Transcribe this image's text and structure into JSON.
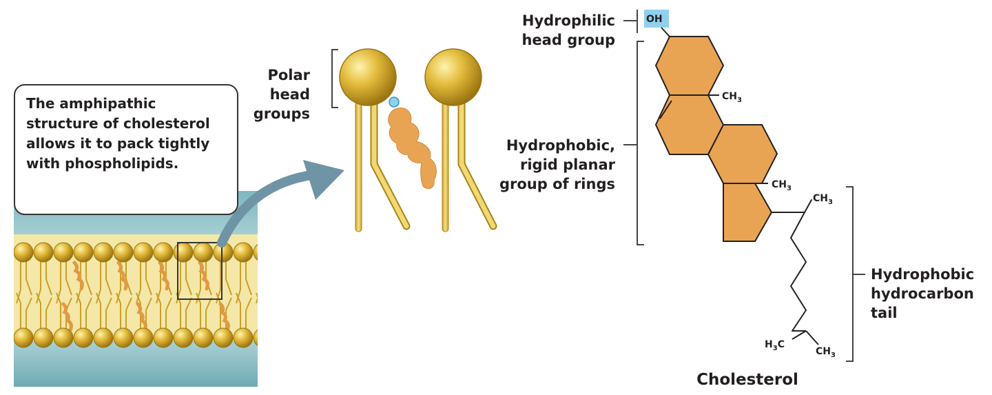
{
  "callout": {
    "text": "The amphipathic\nstructure of cholesterol\nallows it to pack tightly\nwith phospholipids."
  },
  "zoom_labels": {
    "polar_head_groups": "Polar\nhead\ngroups"
  },
  "structure_labels": {
    "hydrophilic": "Hydrophilic\nhead group",
    "hydrophobic_rings": "Hydrophobic,\nrigid planar\ngroup of rings",
    "hydrophobic_tail": "Hydrophobic\nhydrocarbon\ntail"
  },
  "molecule": {
    "oh": "OH",
    "ch3": "CH",
    "sub3": "3",
    "h3c_h": "H",
    "h3c_c": "C",
    "name": "Cholesterol"
  },
  "colors": {
    "water": "#7fb6be",
    "lipid_head": "#e0b73a",
    "ring_fill": "#e9a453",
    "oh_highlight": "#8fd0ec",
    "arrow": "#6f94a6"
  }
}
